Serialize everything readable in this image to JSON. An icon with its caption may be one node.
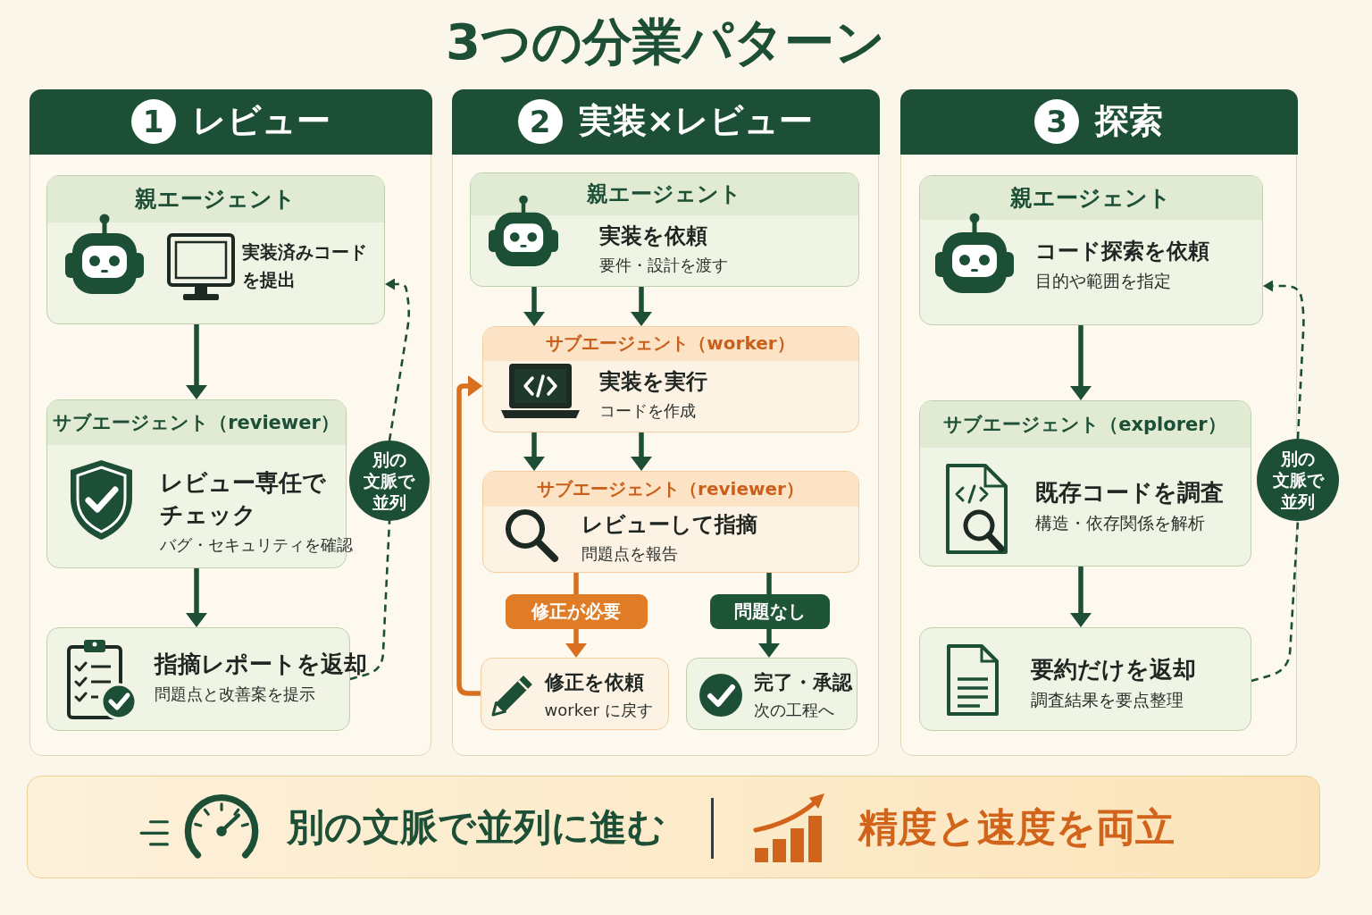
{
  "diagram": {
    "title": "3つの分業パターン",
    "nodes": [
      {
        "text": [
          "1",
          "レビュー"
        ]
      },
      {
        "text": [
          "親エージェント",
          "実装済みコードを提出"
        ],
        "in": 0
      },
      {
        "text": [
          "サブエージェント（reviewer）",
          "レビュー専任でチェック",
          "バグ・セキュリティを確認"
        ],
        "in": 0
      },
      {
        "text": [
          "指摘レポートを返却",
          "問題点と改善案を提示"
        ],
        "in": 0
      },
      {
        "text": [
          "別の文脈で並列"
        ],
        "in": 0
      },
      {
        "text": [
          "2",
          "実装×レビュー"
        ]
      },
      {
        "text": [
          "親エージェント",
          "実装を依頼",
          "要件・設計を渡す"
        ],
        "in": 5
      },
      {
        "text": [
          "サブエージェント（worker）",
          "実装を実行",
          "コードを作成"
        ],
        "in": 5
      },
      {
        "text": [
          "サブエージェント（reviewer）",
          "レビューして指摘",
          "問題点を報告"
        ],
        "in": 5
      },
      {
        "text": [
          "修正が必要"
        ],
        "in": 5
      },
      {
        "text": [
          "問題なし"
        ],
        "in": 5
      },
      {
        "text": [
          "修正を依頼",
          "worker に戻す"
        ],
        "in": 5
      },
      {
        "text": [
          "完了・承認",
          "次の工程へ"
        ],
        "in": 5
      },
      {
        "text": [
          "3",
          "探索"
        ]
      },
      {
        "text": [
          "親エージェント",
          "コード探索を依頼",
          "目的や範囲を指定"
        ],
        "in": 13
      },
      {
        "text": [
          "サブエージェント（explorer）",
          "既存コードを調査",
          "構造・依存関係を解析"
        ],
        "in": 13
      },
      {
        "text": [
          "要約だけを返却",
          "調査結果を要点整理"
        ],
        "in": 13
      },
      {
        "text": [
          "別の文脈で並列"
        ]
      },
      {
        "text": [
          "別の文脈で並列に進む",
          "精度と速度を両立"
        ]
      }
    ],
    "edges": [
      {
        "from": 1,
        "to": 2,
        "arrow": "to"
      },
      {
        "from": 2,
        "to": 3,
        "arrow": "to"
      },
      {
        "from": 3,
        "to": 4,
        "arrow": "none",
        "style": "dashed"
      },
      {
        "from": 4,
        "to": 1,
        "arrow": "to",
        "style": "dashed"
      },
      {
        "from": 6,
        "to": 7,
        "arrow": "to"
      },
      {
        "from": 6,
        "to": 7,
        "arrow": "to"
      },
      {
        "from": 7,
        "to": 8,
        "arrow": "to"
      },
      {
        "from": 7,
        "to": 8,
        "arrow": "to"
      },
      {
        "from": 8,
        "to": 9,
        "arrow": "none",
        "color": "#d9701f"
      },
      {
        "from": 9,
        "to": 11,
        "arrow": "to",
        "color": "#d9701f"
      },
      {
        "from": 8,
        "to": 10,
        "arrow": "none"
      },
      {
        "from": 10,
        "to": 12,
        "arrow": "to"
      },
      {
        "from": 11,
        "to": 7,
        "arrow": "to",
        "color": "#d9701f"
      },
      {
        "from": 14,
        "to": 15,
        "arrow": "to"
      },
      {
        "from": 15,
        "to": 16,
        "arrow": "to"
      },
      {
        "from": 16,
        "to": 17,
        "arrow": "none",
        "style": "dashed"
      },
      {
        "from": 17,
        "to": 14,
        "arrow": "to",
        "style": "dashed"
      }
    ]
  }
}
